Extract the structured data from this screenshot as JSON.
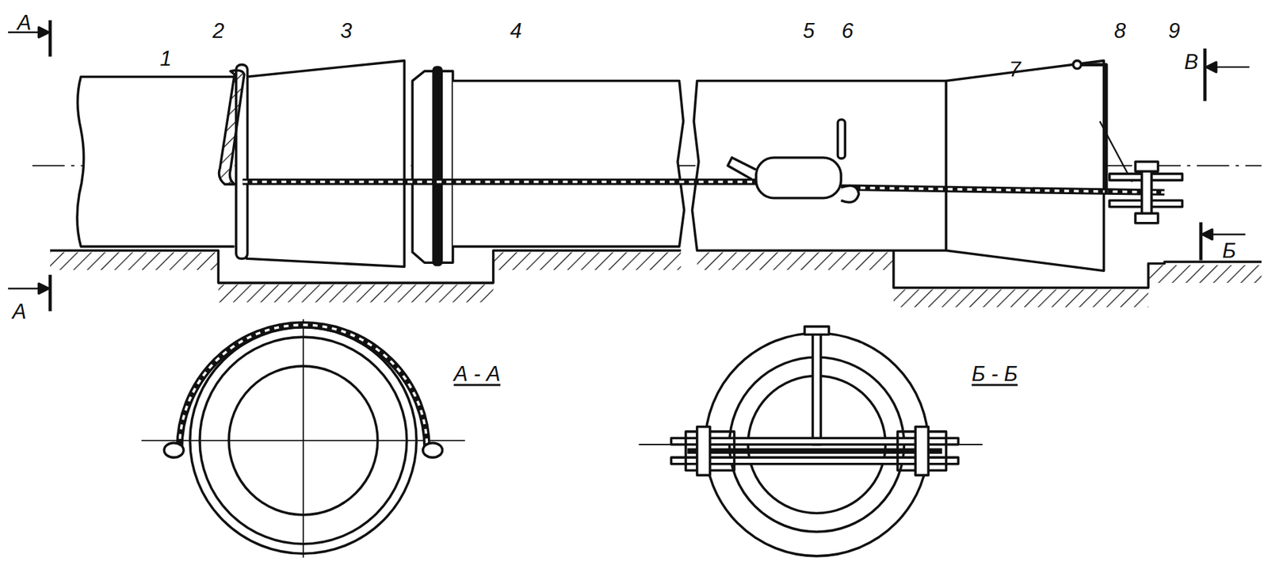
{
  "diagram": {
    "labels": [
      "А",
      "А",
      "1",
      "2",
      "3",
      "4",
      "5",
      "6",
      "7",
      "8",
      "9",
      "В",
      "Б",
      "А - А",
      "Б - Б"
    ]
  }
}
